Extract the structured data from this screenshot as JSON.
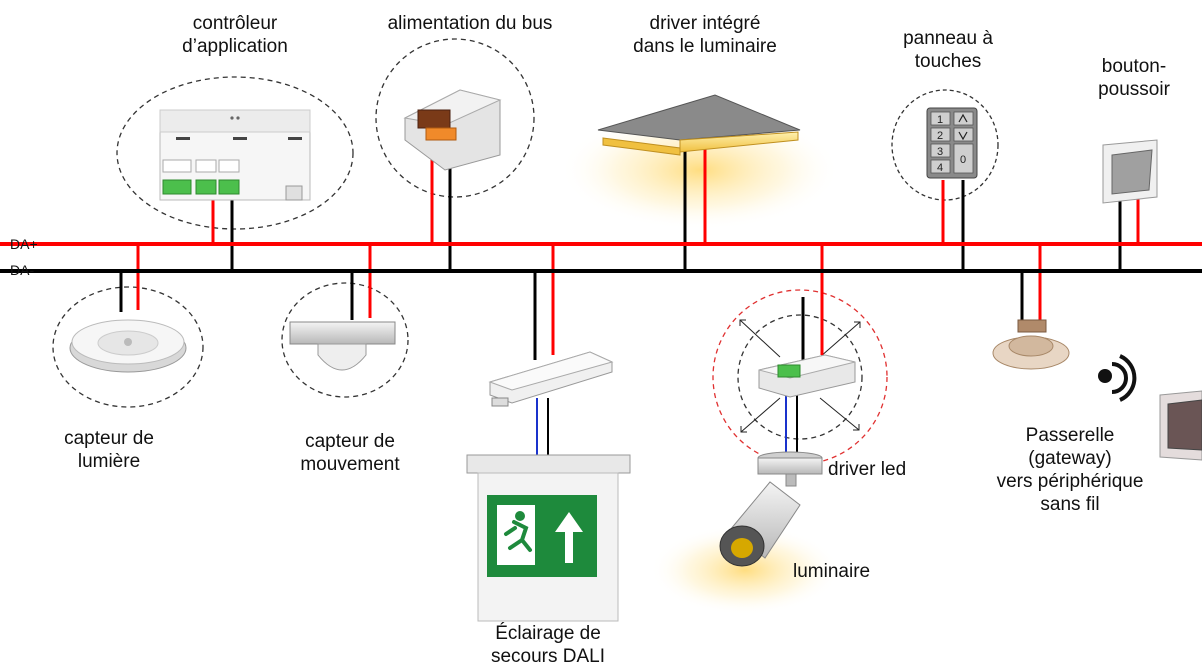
{
  "bus": {
    "plus_label": "DA+",
    "minus_label": "DA-",
    "plus_color": "#ff0000",
    "minus_color": "#000000",
    "data_wire_color": "#1a33cc"
  },
  "labels": {
    "controller": [
      "contrôleur",
      "d’application"
    ],
    "bus_power": [
      "alimentation du bus"
    ],
    "integrated_driver": [
      "driver intégré",
      "dans le luminaire"
    ],
    "keypad": [
      "panneau à",
      "touches"
    ],
    "push_button": [
      "bouton-",
      "poussoir"
    ],
    "light_sensor": [
      "capteur de",
      "lumière"
    ],
    "motion_sensor": [
      "capteur de",
      "mouvement"
    ],
    "emergency": [
      "Éclairage de",
      "secours DALI"
    ],
    "led_driver": [
      "driver led"
    ],
    "luminaire": [
      "luminaire"
    ],
    "gateway": [
      "Passerelle",
      "(gateway)",
      "vers périphérique",
      "sans fil"
    ]
  },
  "keypad_keys": [
    "1",
    "2",
    "3",
    "4",
    "0"
  ],
  "icons": [
    "controller-device-icon",
    "bus-power-supply-icon",
    "ceiling-luminaire-icon",
    "keypad-icon",
    "push-button-icon",
    "light-sensor-icon",
    "motion-sensor-icon",
    "emergency-driver-icon",
    "exit-sign-icon",
    "led-driver-icon",
    "spotlight-icon",
    "ceiling-speaker-icon",
    "wireless-signal-icon",
    "wireless-switch-icon"
  ]
}
